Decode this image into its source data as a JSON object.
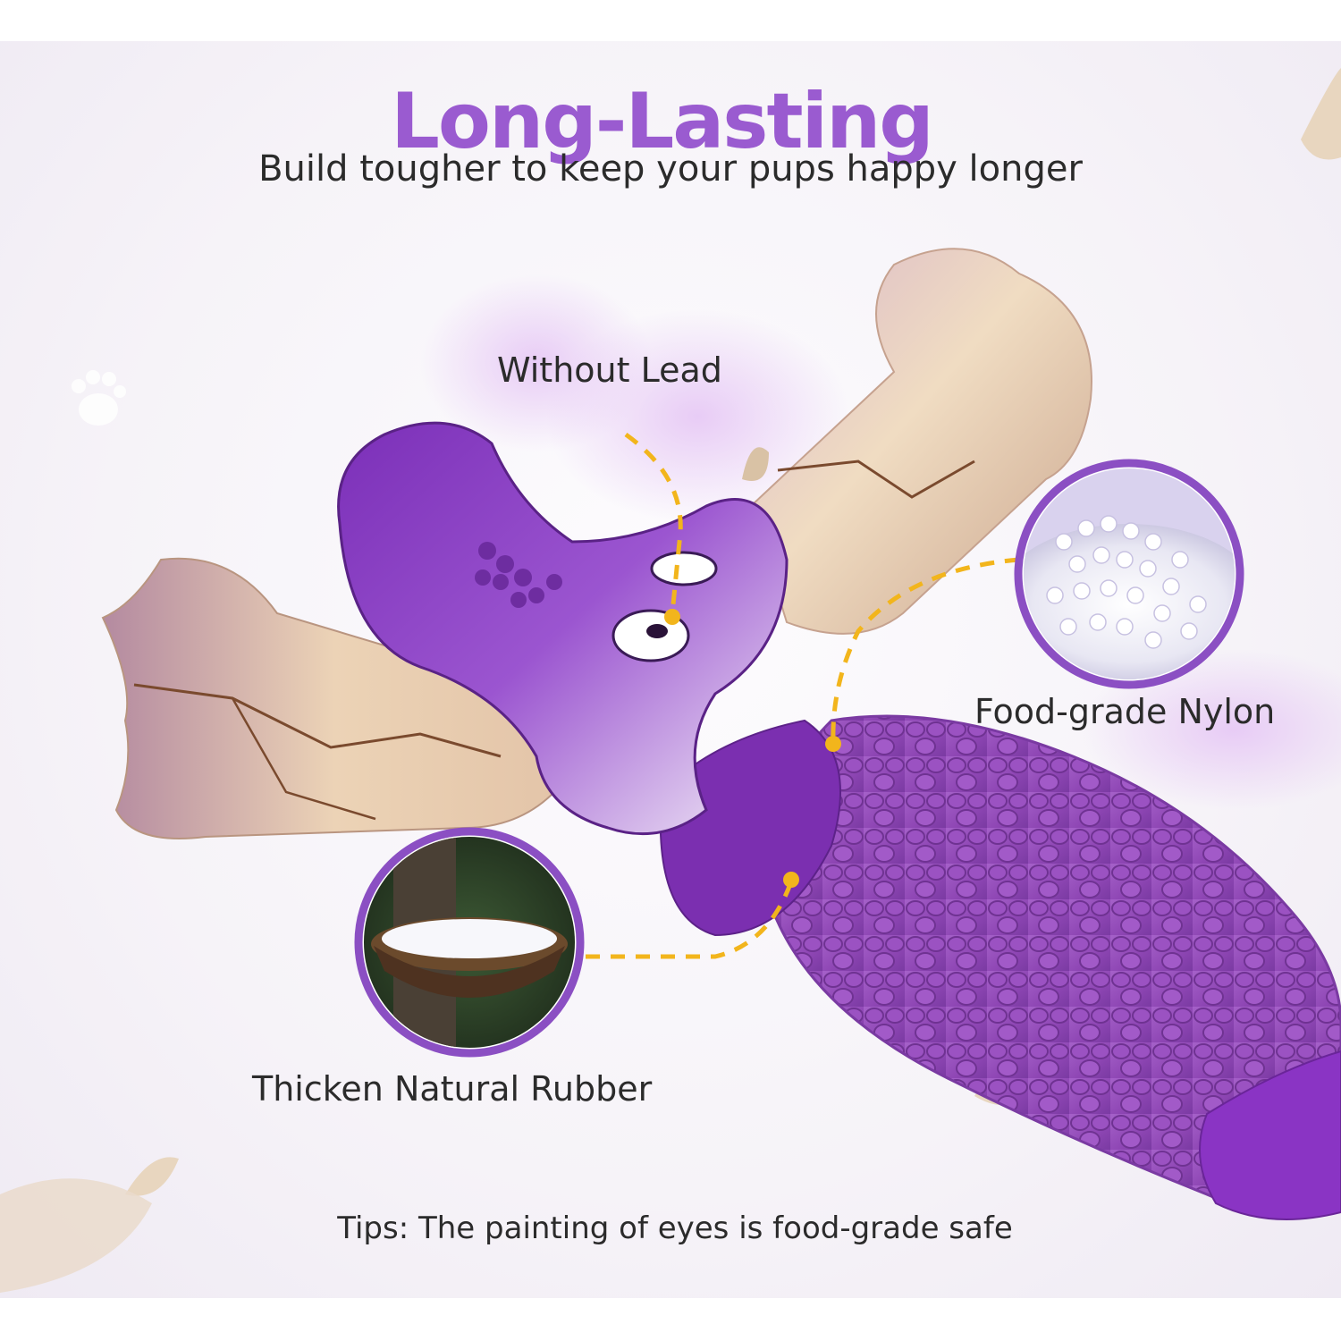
{
  "headline": "Long-Lasting",
  "subtitle": "Build tougher to keep your pups happy longer",
  "callouts": {
    "lead": "Without Lead",
    "nylon": "Food-grade Nylon",
    "rubber": "Thicken Natural Rubber"
  },
  "tips": "Tips: The painting of eyes is food-grade safe",
  "colors": {
    "headline": "#9a5bd0",
    "text": "#2b2b2b",
    "accent_line": "#f2b51c",
    "toy_purple": "#8e3fb6",
    "bone": "#e9d4b8"
  }
}
